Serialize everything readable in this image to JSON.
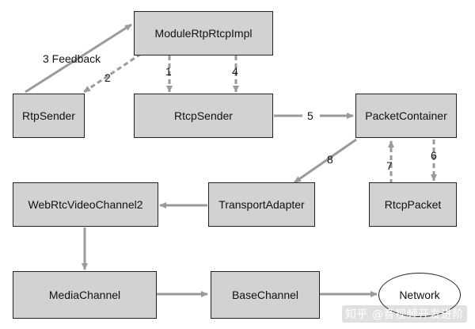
{
  "diagram": {
    "nodes": {
      "module_rtp_rtcp_impl": "ModuleRtpRtcpImpl",
      "rtp_sender": "RtpSender",
      "rtcp_sender": "RtcpSender",
      "packet_container": "PacketContainer",
      "webrtc_video_channel2": "WebRtcVideoChannel2",
      "transport_adapter": "TransportAdapter",
      "rtcp_packet": "RtcpPacket",
      "media_channel": "MediaChannel",
      "base_channel": "BaseChannel",
      "network": "Network"
    },
    "edge_labels": {
      "feedback": "3 Feedback",
      "e1": "1",
      "e2": "2",
      "e4": "4",
      "e5": "5",
      "e6": "6",
      "e7": "7",
      "e8": "8"
    },
    "colors": {
      "node_fill": "#d2d2d2",
      "border": "#222222",
      "arrow": "#9a9a9a"
    }
  },
  "watermark": "知乎 @音视频开发进阶"
}
